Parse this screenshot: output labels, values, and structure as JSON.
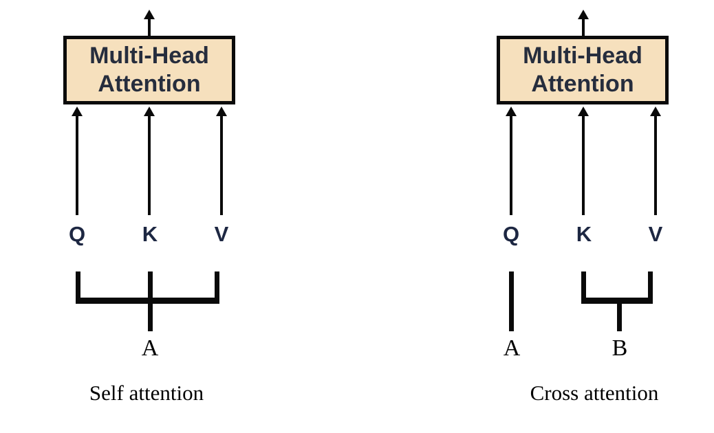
{
  "colors": {
    "background": "#ffffff",
    "box_fill": "#f6e0bd",
    "box_border": "#0b0b0b",
    "box_text": "#262d3d",
    "qkv_text": "#1d2742",
    "line_color": "#0a0a0a",
    "caption_text": "#000000"
  },
  "left_diagram": {
    "box_label_line1": "Multi-Head",
    "box_label_line2": "Attention",
    "inputs": [
      "Q",
      "K",
      "V"
    ],
    "source_labels": [
      "A"
    ],
    "caption": "Self attention"
  },
  "right_diagram": {
    "box_label_line1": "Multi-Head",
    "box_label_line2": "Attention",
    "inputs": [
      "Q",
      "K",
      "V"
    ],
    "source_labels": [
      "A",
      "B"
    ],
    "caption": "Cross attention"
  }
}
